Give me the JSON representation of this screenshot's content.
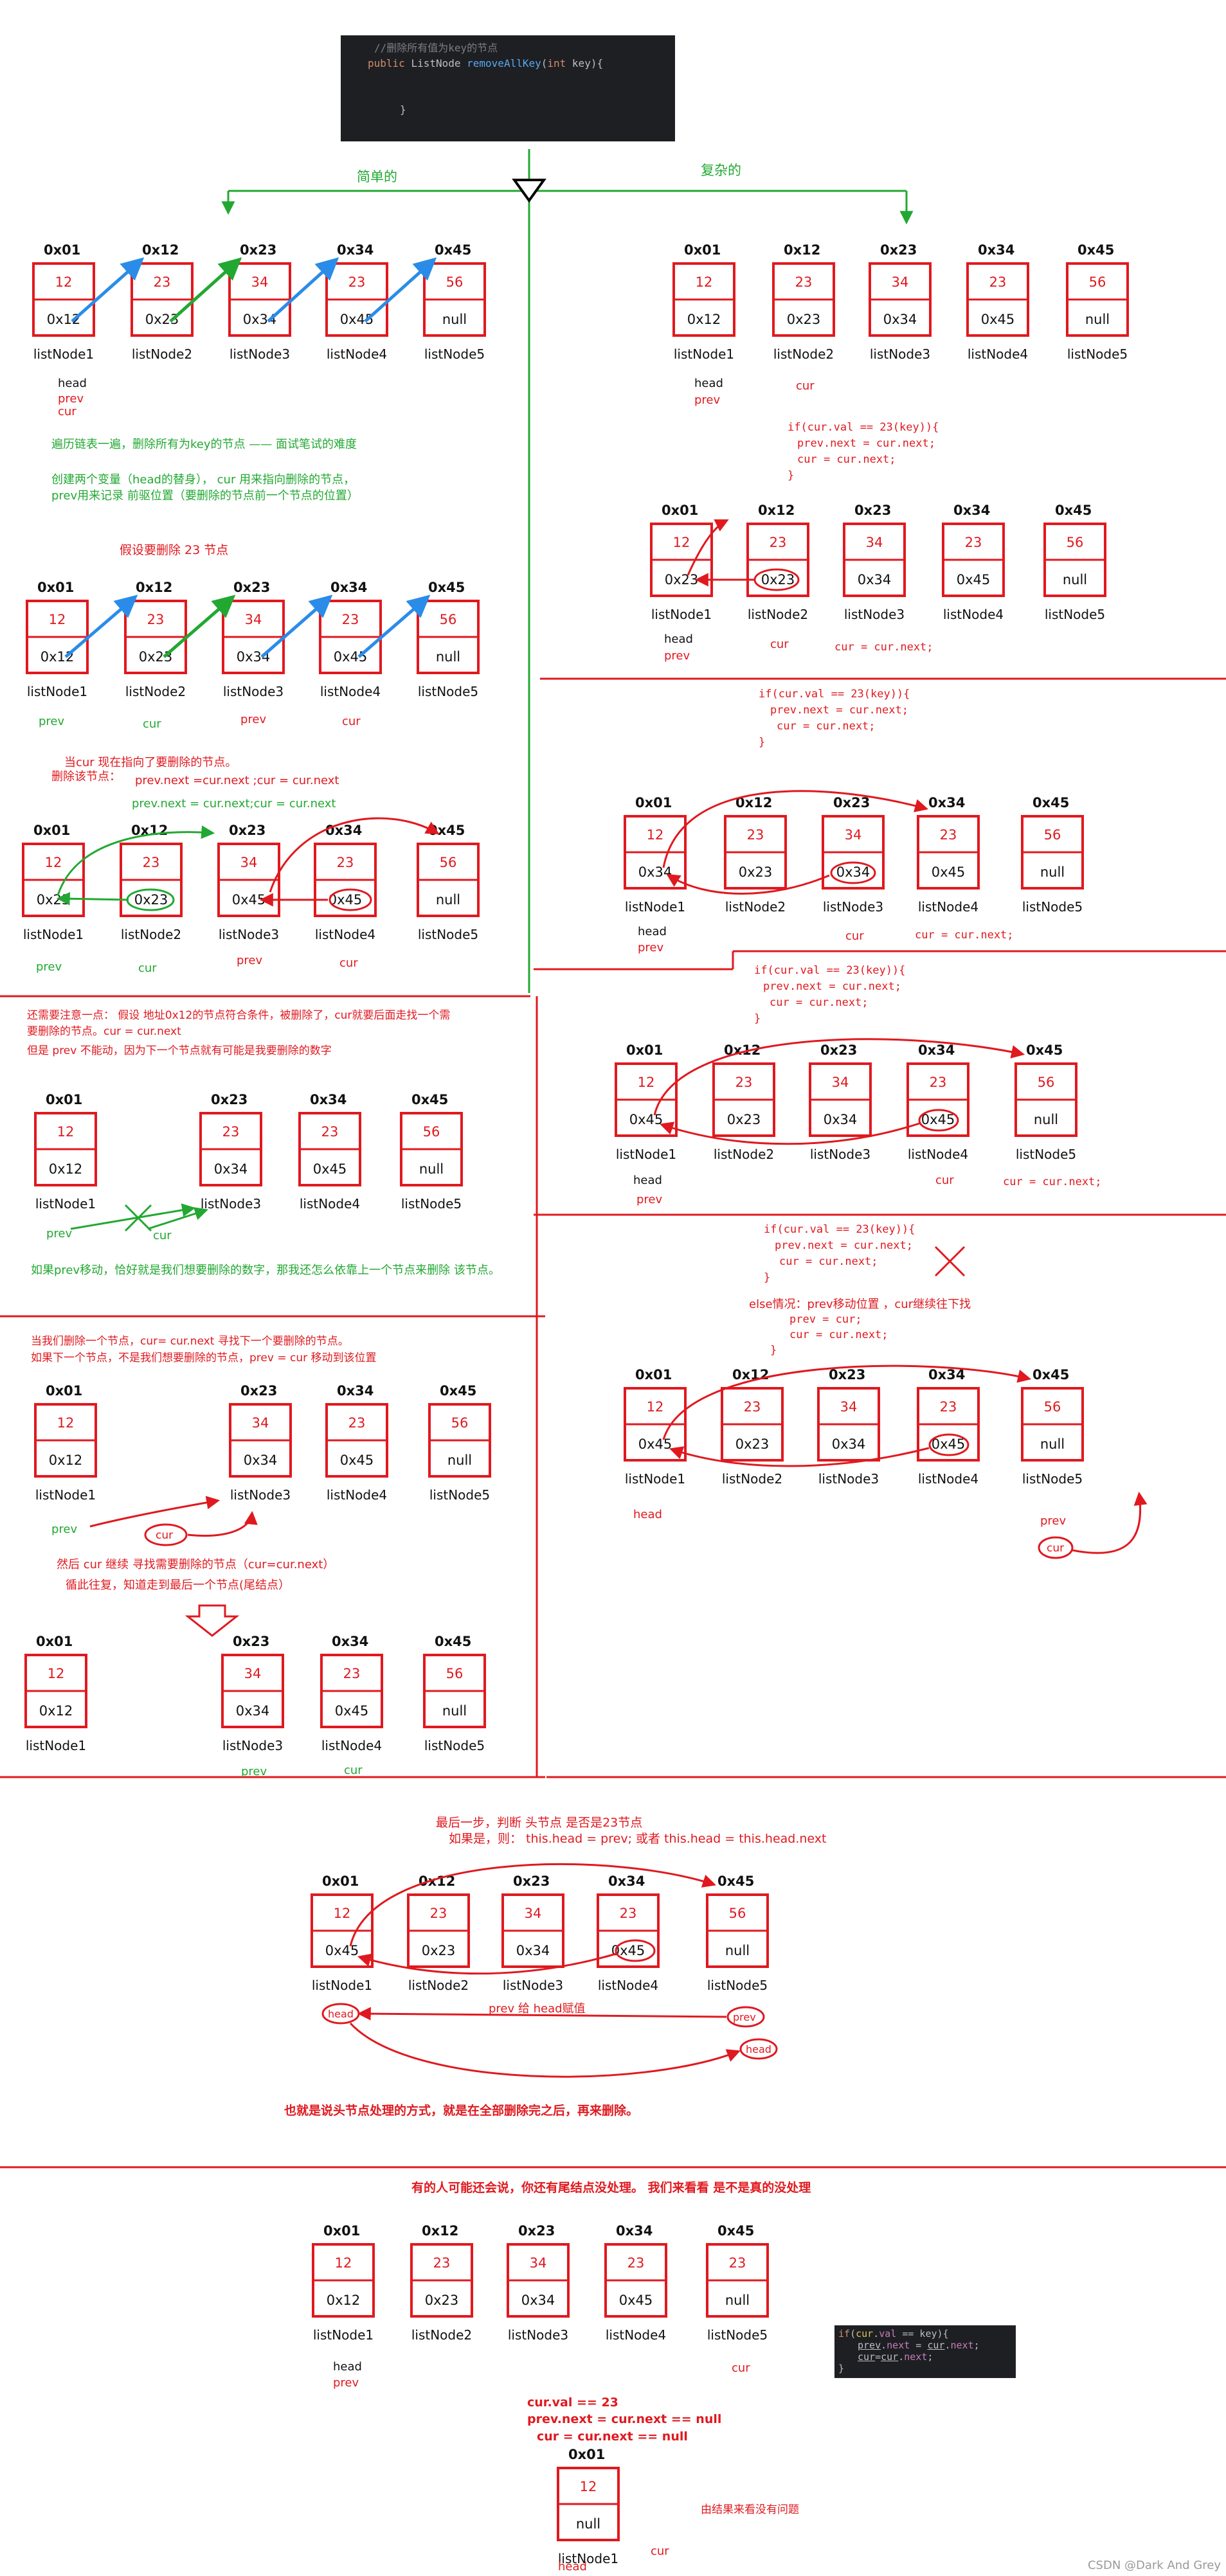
{
  "colors": {
    "red": "#e0191f",
    "green": "#22a832",
    "blue": "#2a8ce8",
    "black": "#111111",
    "code_bg": "#1e1f22"
  },
  "code_top": {
    "comment": "//删除所有值为key的节点",
    "kw_public": "public",
    "type": "ListNode",
    "method": "removeAllKey",
    "kw_int": "int",
    "param": "key){",
    "closing": "}"
  },
  "code_bottom": {
    "line1": "if(cur.val == key){",
    "line2": "prev.next = cur.next;",
    "line3": "cur=cur.next;",
    "line4": "}"
  },
  "branches": {
    "simple": "简单的",
    "complex": "复杂的"
  },
  "left": {
    "text1": "遍历链表一遍，删除所有为key的节点 —— 面试笔试的难度",
    "text2": "创建两个变量（head的替身），  cur 用来指向删除的节点，",
    "text3": "prev用来记录 前驱位置（要删除的节点前一个节点的位置）",
    "text4": "假设要删除 23 节点",
    "text5": "当cur 现在指向了要删除的节点。",
    "text6": "删除该节点：",
    "text7": "prev.next =cur.next ;cur = cur.next",
    "text8": "prev.next = cur.next;cur = cur.next",
    "text9": "还需要注意一点：  假设 地址0x12的节点符合条件，被删除了，cur就要后面走找一个需",
    "text10": "要删除的节点。cur = cur.next",
    "text11": "但是 prev 不能动，因为下一个节点就有可能是我要删除的数字",
    "text12": "如果prev移动，恰好就是我们想要删除的数字，那我还怎么依靠上一个节点来删除 该节点。",
    "text13": "当我们删除一个节点，cur= cur.next 寻找下一个要删除的节点。",
    "text14": "如果下一个节点，不是我们想要删除的节点，prev = cur         移动到该位置",
    "text15": "然后 cur 继续 寻找需要删除的节点（cur=cur.next）",
    "text16": "循此往复，知道走到最后一个节点(尾结点）"
  },
  "right": {
    "code1": [
      "if(cur.val == 23(key)){",
      "prev.next = cur.next;",
      "cur = cur.next;",
      "}"
    ],
    "code2": [
      "if(cur.val == 23(key)){",
      "prev.next = cur.next;",
      "cur = cur.next;",
      "}"
    ],
    "code3": [
      "if(cur.val == 23(key)){",
      "prev.next = cur.next;",
      "cur = cur.next;",
      "}"
    ],
    "code4": [
      "if(cur.val == 23(key)){",
      "prev.next = cur.next;",
      "cur = cur.next;",
      "}"
    ],
    "else1": "else情况：prev移动位置 ，cur继续往下找",
    "else2": "prev = cur;",
    "else3": "cur =  cur.next;",
    "else4": "}",
    "cur_eq_next": "cur = cur.next;"
  },
  "bottom": {
    "step1": "最后一步，判断 头节点 是否是23节点",
    "step2": "如果是，则：     this.head = prev; 或者  this.head = this.head.next",
    "prev_to_head": "prev 给 head赋值",
    "conclusion": "也就是说头节点处理的方式，就是在全部删除完之后，再来删除。",
    "tail_q": "有的人可能还会说，你还有尾结点没处理。  我们来看看 是不是真的没处理",
    "l1": "cur.val == 23",
    "l2": "prev.next = cur.next == null",
    "l3": "cur =  cur.next == null",
    "result": "由结果来看没有问题"
  },
  "labels": {
    "head": "head",
    "prev": "prev",
    "cur": "cur",
    "null": "null",
    "n1": "listNode1",
    "n2": "listNode2",
    "n3": "listNode3",
    "n4": "listNode4",
    "n5": "listNode5"
  },
  "addr": {
    "a1": "0x01",
    "a2": "0x12",
    "a3": "0x23",
    "a4": "0x34",
    "a5": "0x45"
  },
  "vals": {
    "v12": "12",
    "v23": "23",
    "v34": "34",
    "v56": "56"
  },
  "watermark": "CSDN @Dark And Grey"
}
